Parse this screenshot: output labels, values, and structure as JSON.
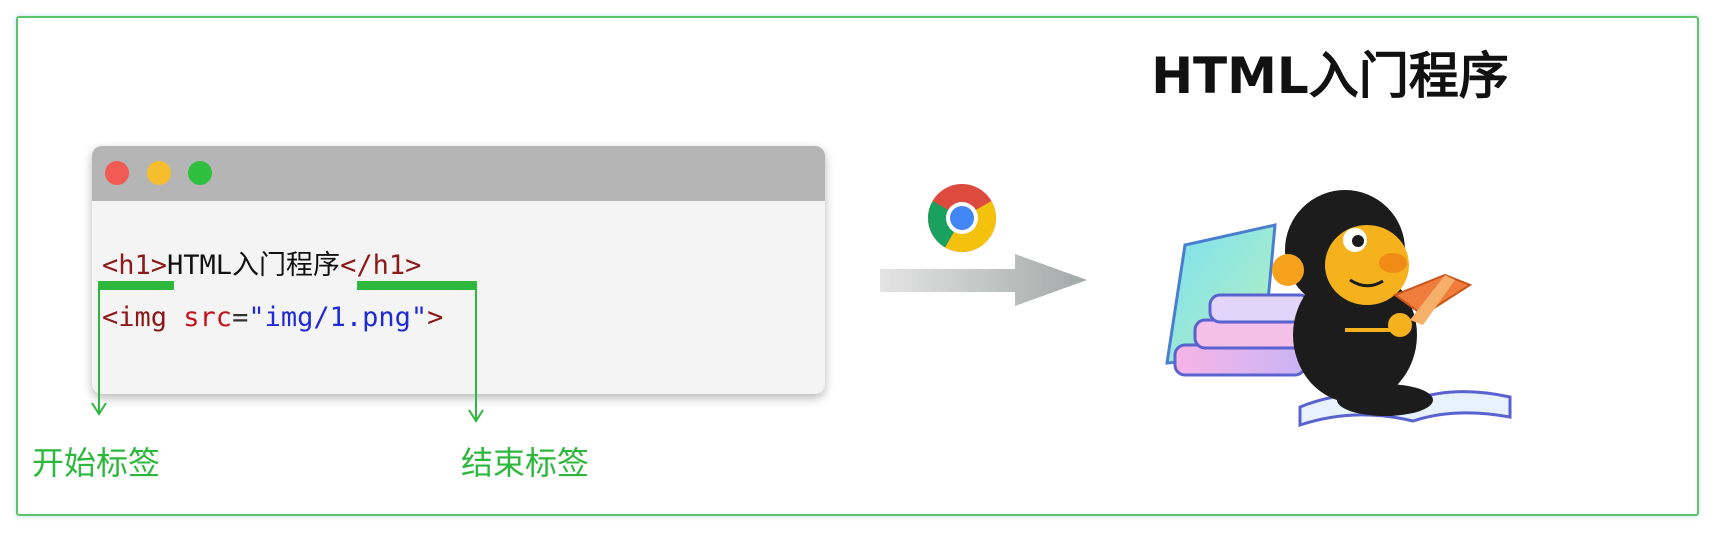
{
  "title": "HTML入门程序",
  "code": {
    "line1": {
      "open_tag": "<h1>",
      "text": "HTML入门程序",
      "close_tag": "</h1>"
    },
    "line2": {
      "open": "<img",
      "attr": "src",
      "eq": "=",
      "value": "\"img/1.png\"",
      "close": ">"
    }
  },
  "labels": {
    "start_tag": "开始标签",
    "end_tag": "结束标签"
  },
  "window_dots": [
    "#f25a55",
    "#f6bd2d",
    "#2fbf3f"
  ],
  "icons": {
    "browser": "chrome-icon",
    "arrow": "right-arrow-icon",
    "mascot": "monkey-reading-icon"
  },
  "colors": {
    "accent": "#2db83d",
    "tag": "#8b1a1a",
    "attr": "#c4131e",
    "string": "#1f2bd6"
  }
}
